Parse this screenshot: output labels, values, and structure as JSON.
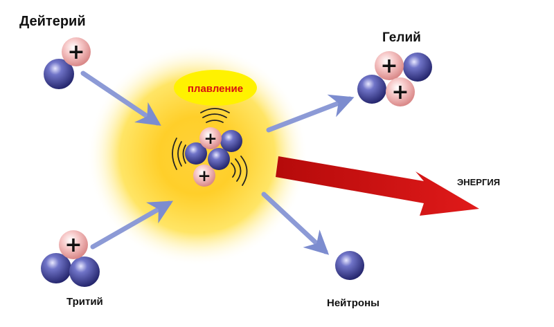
{
  "labels": {
    "deuterium": "Дейтерий",
    "helium": "Гелий",
    "tritium": "Тритий",
    "neutrons": "Нейтроны",
    "energy": "ЭНЕРГИЯ",
    "fusion": "плавление"
  },
  "symbols": {
    "proton_sign": "+"
  },
  "colors": {
    "proton": "#f2b3b3",
    "neutron": "#3d3f98",
    "arrow": "#8c9ad6",
    "energy_arrow": "#cc1010",
    "fusion_bubble": "#fff200",
    "fusion_text": "#d81010",
    "glow_core": "#ffe060",
    "glow_edge": "#fff7c0"
  }
}
